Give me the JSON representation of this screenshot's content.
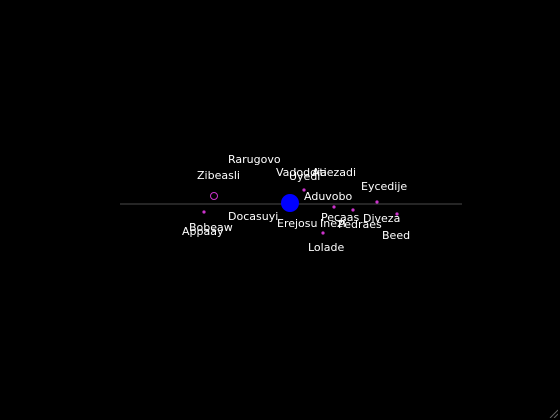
{
  "colors": {
    "background": "#000000",
    "orbit_line": "#4a4a4a",
    "star": "#0000ff",
    "planet": "#cc33cc",
    "label": "#ffffff"
  },
  "star": {
    "name": "",
    "symbol": "blue-star"
  },
  "systems": [
    {
      "id": "rarugovo",
      "name": "Rarugovo",
      "marker": "none"
    },
    {
      "id": "zibeasli",
      "name": "Zibeasli",
      "marker": "ring"
    },
    {
      "id": "vadoddia",
      "name": "Vadoddia",
      "marker": "none"
    },
    {
      "id": "uyedi",
      "name": "Uyedi",
      "marker": "dot"
    },
    {
      "id": "atiezadi",
      "name": "Atiezadi",
      "marker": "none"
    },
    {
      "id": "aduvobo",
      "name": "Aduvobo",
      "marker": "dot"
    },
    {
      "id": "eycedije",
      "name": "Eycedije",
      "marker": "dot"
    },
    {
      "id": "docasuyi",
      "name": "Docasuyi",
      "marker": "none"
    },
    {
      "id": "pecaas",
      "name": "Pecaas",
      "marker": "dot"
    },
    {
      "id": "diveza",
      "name": "Diveza",
      "marker": "dot"
    },
    {
      "id": "pedraes",
      "name": "Pedraes",
      "marker": "none"
    },
    {
      "id": "erejosu",
      "name": "Erejosu",
      "marker": "none"
    },
    {
      "id": "inezi",
      "name": "Inezi",
      "marker": "none"
    },
    {
      "id": "bobeaw",
      "name": "Bobeaw",
      "marker": "dot"
    },
    {
      "id": "appaay",
      "name": "Appaay",
      "marker": "none"
    },
    {
      "id": "beed",
      "name": "Beed",
      "marker": "none"
    },
    {
      "id": "lolade",
      "name": "Lolade",
      "marker": "dot"
    }
  ],
  "icons": {
    "resize_grip": "resize-grip-icon"
  }
}
